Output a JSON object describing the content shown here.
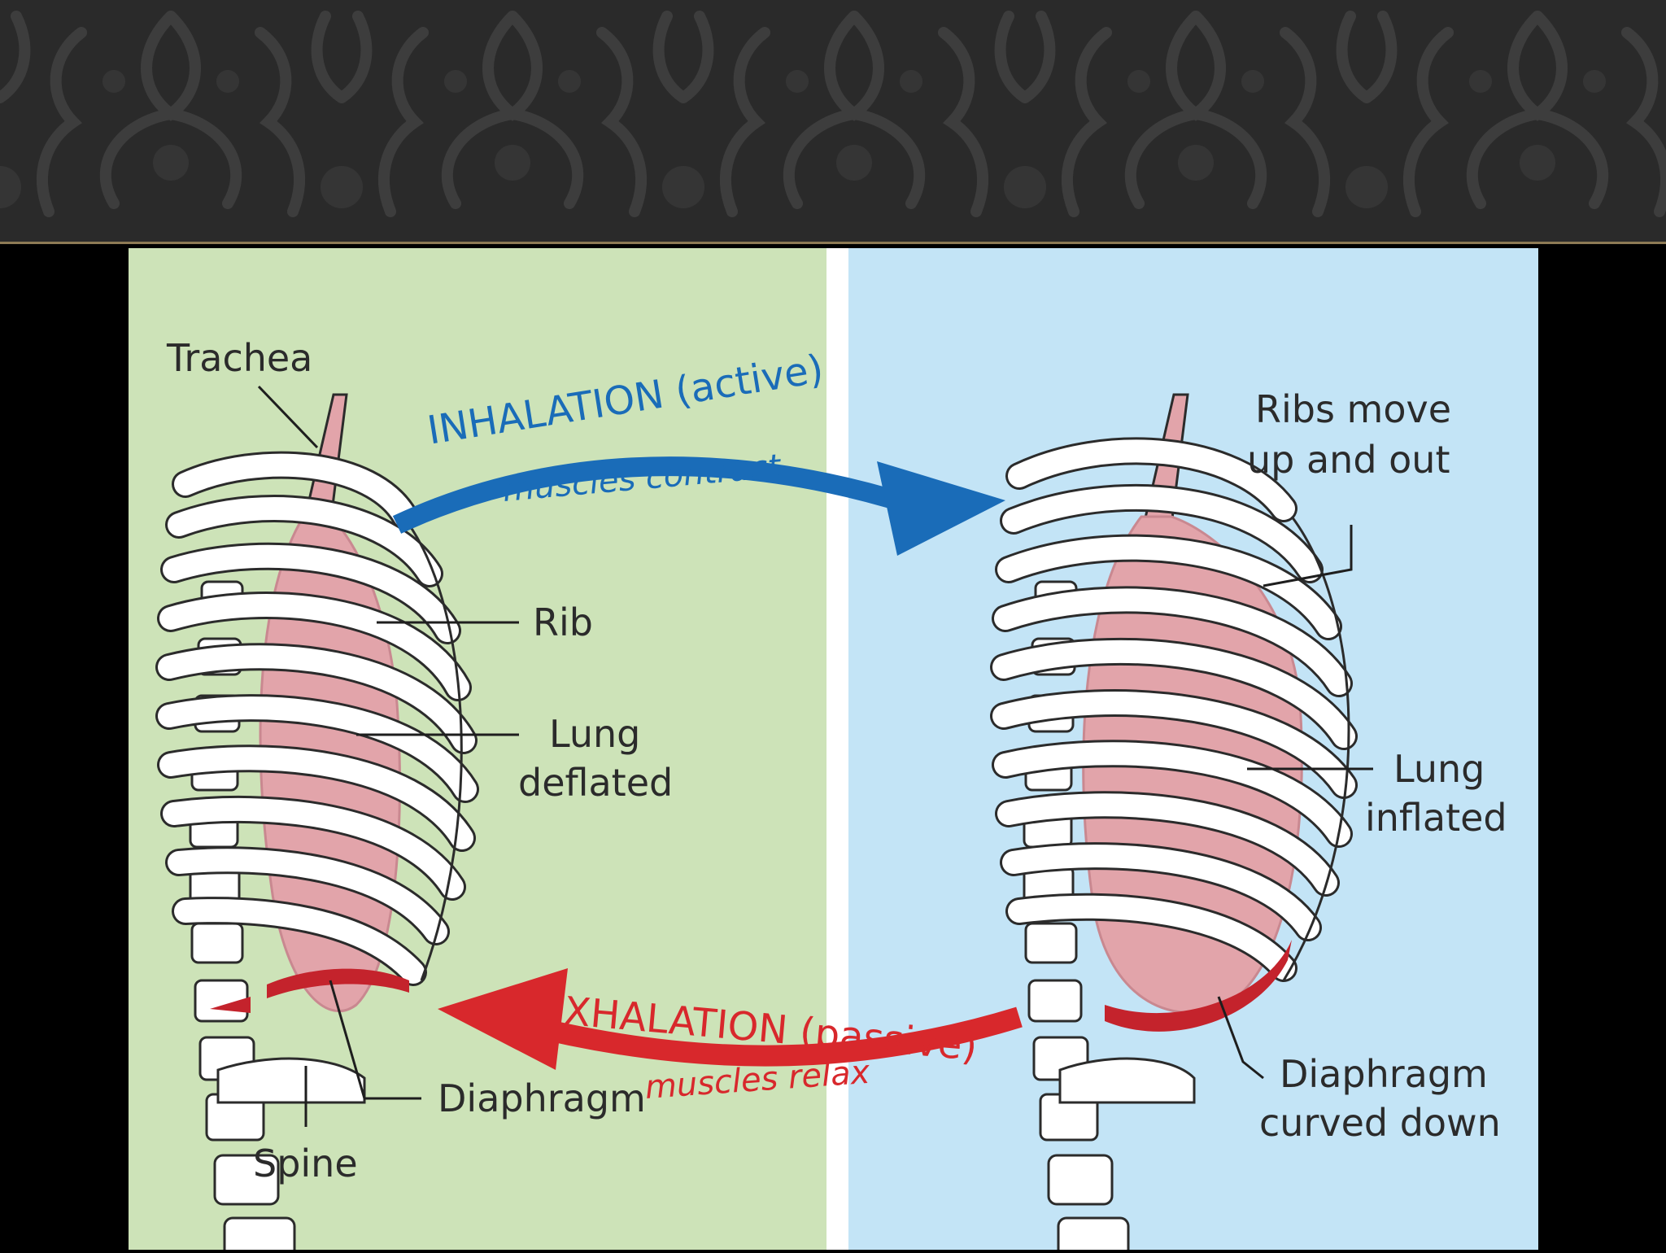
{
  "diagram": {
    "labels": {
      "trachea": "Trachea",
      "rib": "Rib",
      "lung_deflated_1": "Lung",
      "lung_deflated_2": "deflated",
      "diaphragm_left": "Diaphragm",
      "spine": "Spine",
      "ribs_move_1": "Ribs move",
      "ribs_move_2": "up and out",
      "lung_inflated_1": "Lung",
      "lung_inflated_2": "inflated",
      "diaphragm_right_1": "Diaphragm",
      "diaphragm_right_2": "curved down"
    },
    "inhalation": {
      "title": "INHALATION (active)",
      "subtitle": "muscles contract"
    },
    "exhalation": {
      "title": "EXHALATION (passive)",
      "subtitle": "muscles relax"
    },
    "colors": {
      "banner": "#2a2a2a",
      "left_panel": "#cde3b8",
      "right_panel": "#c3e4f6",
      "inhalation_arrow": "#1a6cb8",
      "exhalation_arrow": "#d8282c",
      "lung": "#e2a4aa",
      "diaphragm": "#c4232c"
    }
  }
}
